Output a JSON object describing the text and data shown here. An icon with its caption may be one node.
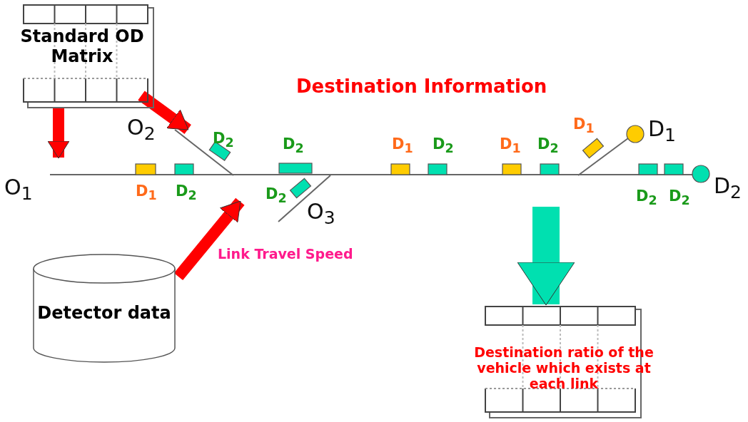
{
  "diagram": {
    "nodes": [
      {
        "text": [
          "Standard OD Matrix"
        ]
      },
      {
        "text": [
          "Detector data"
        ]
      },
      {
        "text": [],
        "shape": "picture"
      },
      {
        "text": [
          "Destination ratio of the vehicle which exists at each link"
        ]
      }
    ],
    "edges": [
      {
        "from": 0,
        "to": 2,
        "arrow": "to"
      },
      {
        "from": 0,
        "to": 2,
        "arrow": "to"
      },
      {
        "from": 1,
        "to": 2,
        "arrow": "to",
        "label": "Link Travel Speed"
      },
      {
        "from": 2,
        "to": 3,
        "arrow": "to",
        "style": "thick",
        "color": "#00e0b0"
      }
    ],
    "labels": [
      "Destination Information",
      "O$_{2}$",
      "D$_{2}$",
      "D$_{2}$",
      "D$_{1}$",
      "D$_{2}$",
      "D$_{1}$",
      "D$_{2}$",
      "D$_{1}$",
      "D$_{1}$",
      "O$_{1}$",
      "D$_{1}$",
      "D$_{2}$",
      "D$_{2}$",
      "D$_{2}$",
      "D$_{2}$",
      "D$_{2}$",
      "O$_{3}$"
    ]
  }
}
